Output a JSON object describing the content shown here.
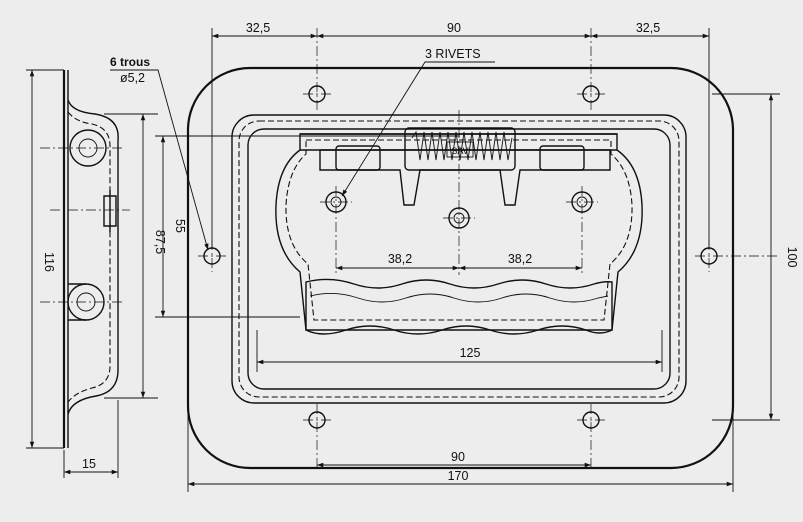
{
  "labels": {
    "holes": "6 trous",
    "hole_diameter": "ø5,2",
    "rivets": "3 RIVETS",
    "brand": "SAV"
  },
  "dimensions": {
    "top_left": "32,5",
    "top_mid": "90",
    "top_right": "32,5",
    "rivet_left": "38,2",
    "rivet_right": "38,2",
    "handle_len": "125",
    "bottom_holes": "90",
    "overall_width": "170",
    "height_holes": "55",
    "height_handle": "87,5",
    "height_side": "116",
    "height_right": "100",
    "depth": "15"
  },
  "colors": {
    "background": "#ecedec",
    "line": "#111111"
  }
}
